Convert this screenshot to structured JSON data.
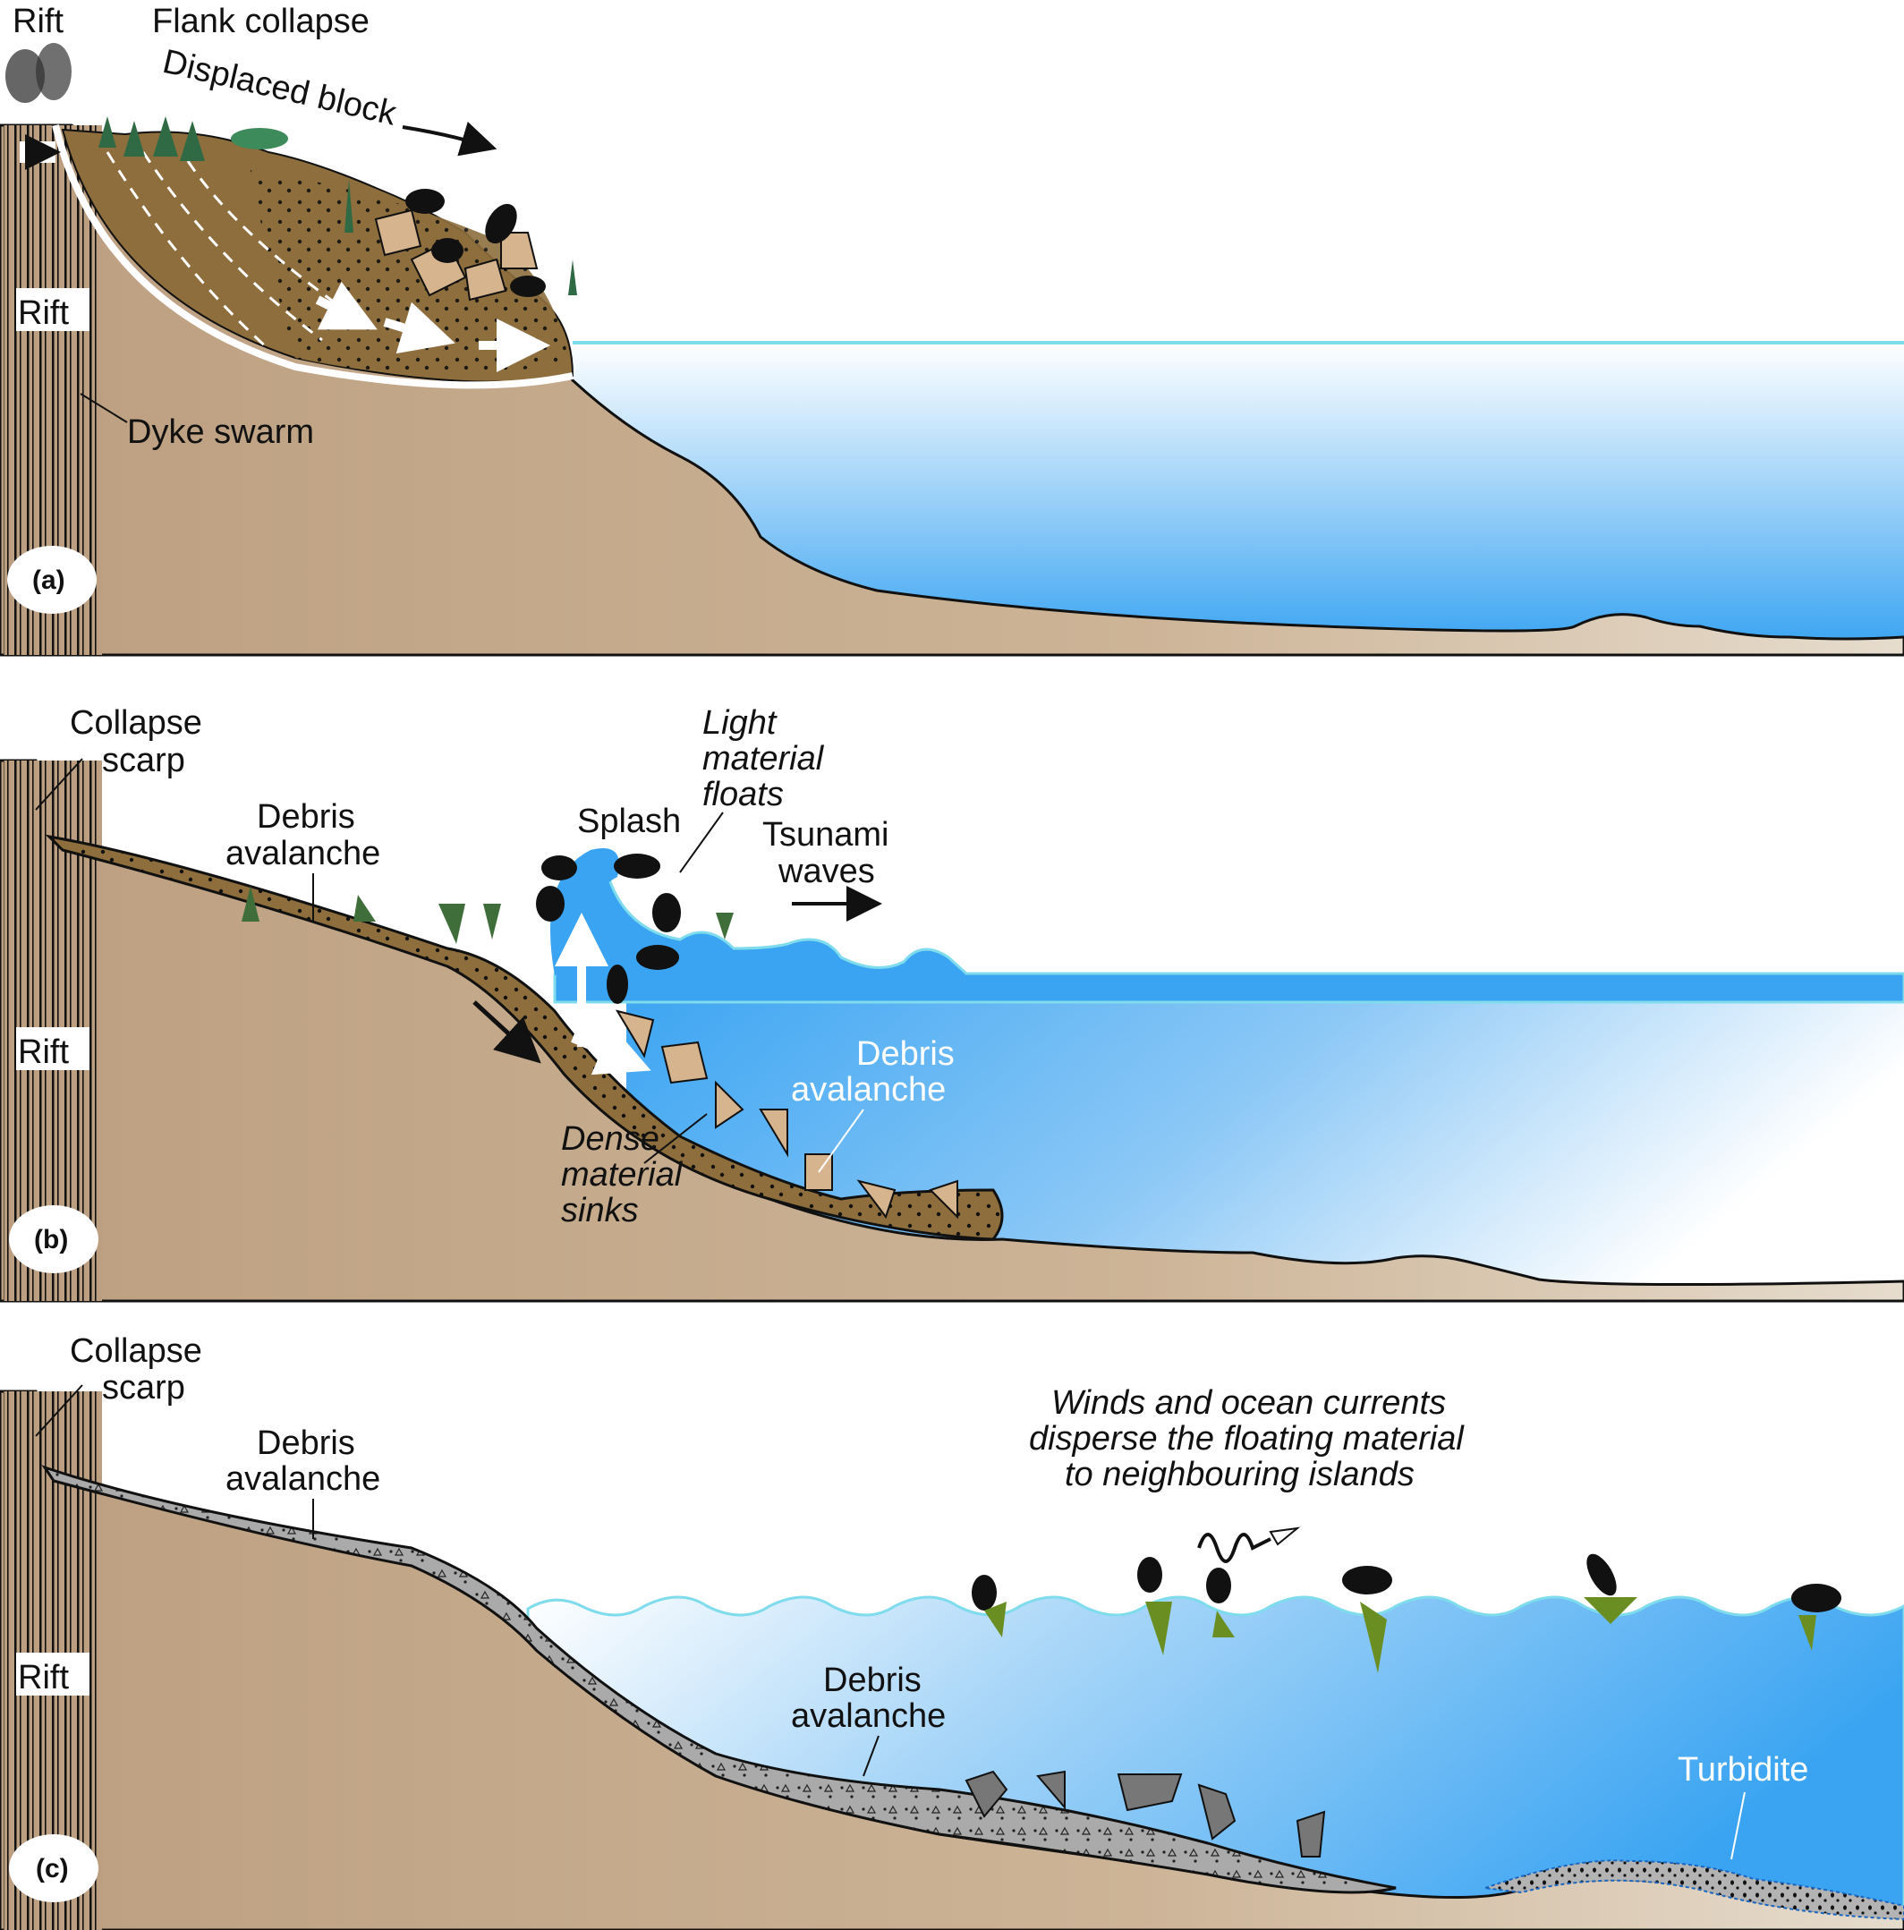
{
  "figure": {
    "panels": [
      {
        "id": "a",
        "tag": "(a)",
        "labels": {
          "rift_top": "Rift",
          "title": "Flank collapse",
          "displaced_block": "Displaced block",
          "rift_side": "Rift",
          "dyke_swarm": "Dyke swarm"
        }
      },
      {
        "id": "b",
        "tag": "(b)",
        "labels": {
          "collapse_scarp": [
            "Collapse",
            "scarp"
          ],
          "debris_avalanche_land": [
            "Debris",
            "avalanche"
          ],
          "splash": "Splash",
          "light_material": [
            "Light",
            "material",
            "floats"
          ],
          "tsunami": [
            "Tsunami",
            "waves"
          ],
          "rift_side": "Rift",
          "debris_avalanche_sea": [
            "Debris",
            "avalanche"
          ],
          "dense_material": [
            "Dense",
            "material",
            "sinks"
          ]
        }
      },
      {
        "id": "c",
        "tag": "(c)",
        "labels": {
          "collapse_scarp": [
            "Collapse",
            "scarp"
          ],
          "debris_avalanche_land": [
            "Debris",
            "avalanche"
          ],
          "dispersal": [
            "Winds and ocean currents",
            "disperse the floating material",
            "to neighbouring islands"
          ],
          "rift_side": "Rift",
          "debris_avalanche_sea": [
            "Debris",
            "avalanche"
          ],
          "turbidite": "Turbidite"
        }
      }
    ],
    "colors": {
      "land": "#c4a78a",
      "land_light": "#e2d6c6",
      "displaced_block": "#8d6e3c",
      "debris_grey": "#a9a9a9",
      "water_deep": "#3aa4f2",
      "water_light": "#ffffff",
      "sea_line": "#7fdcec",
      "vegetation": "#3f6e3a",
      "insect": "#111111"
    }
  }
}
